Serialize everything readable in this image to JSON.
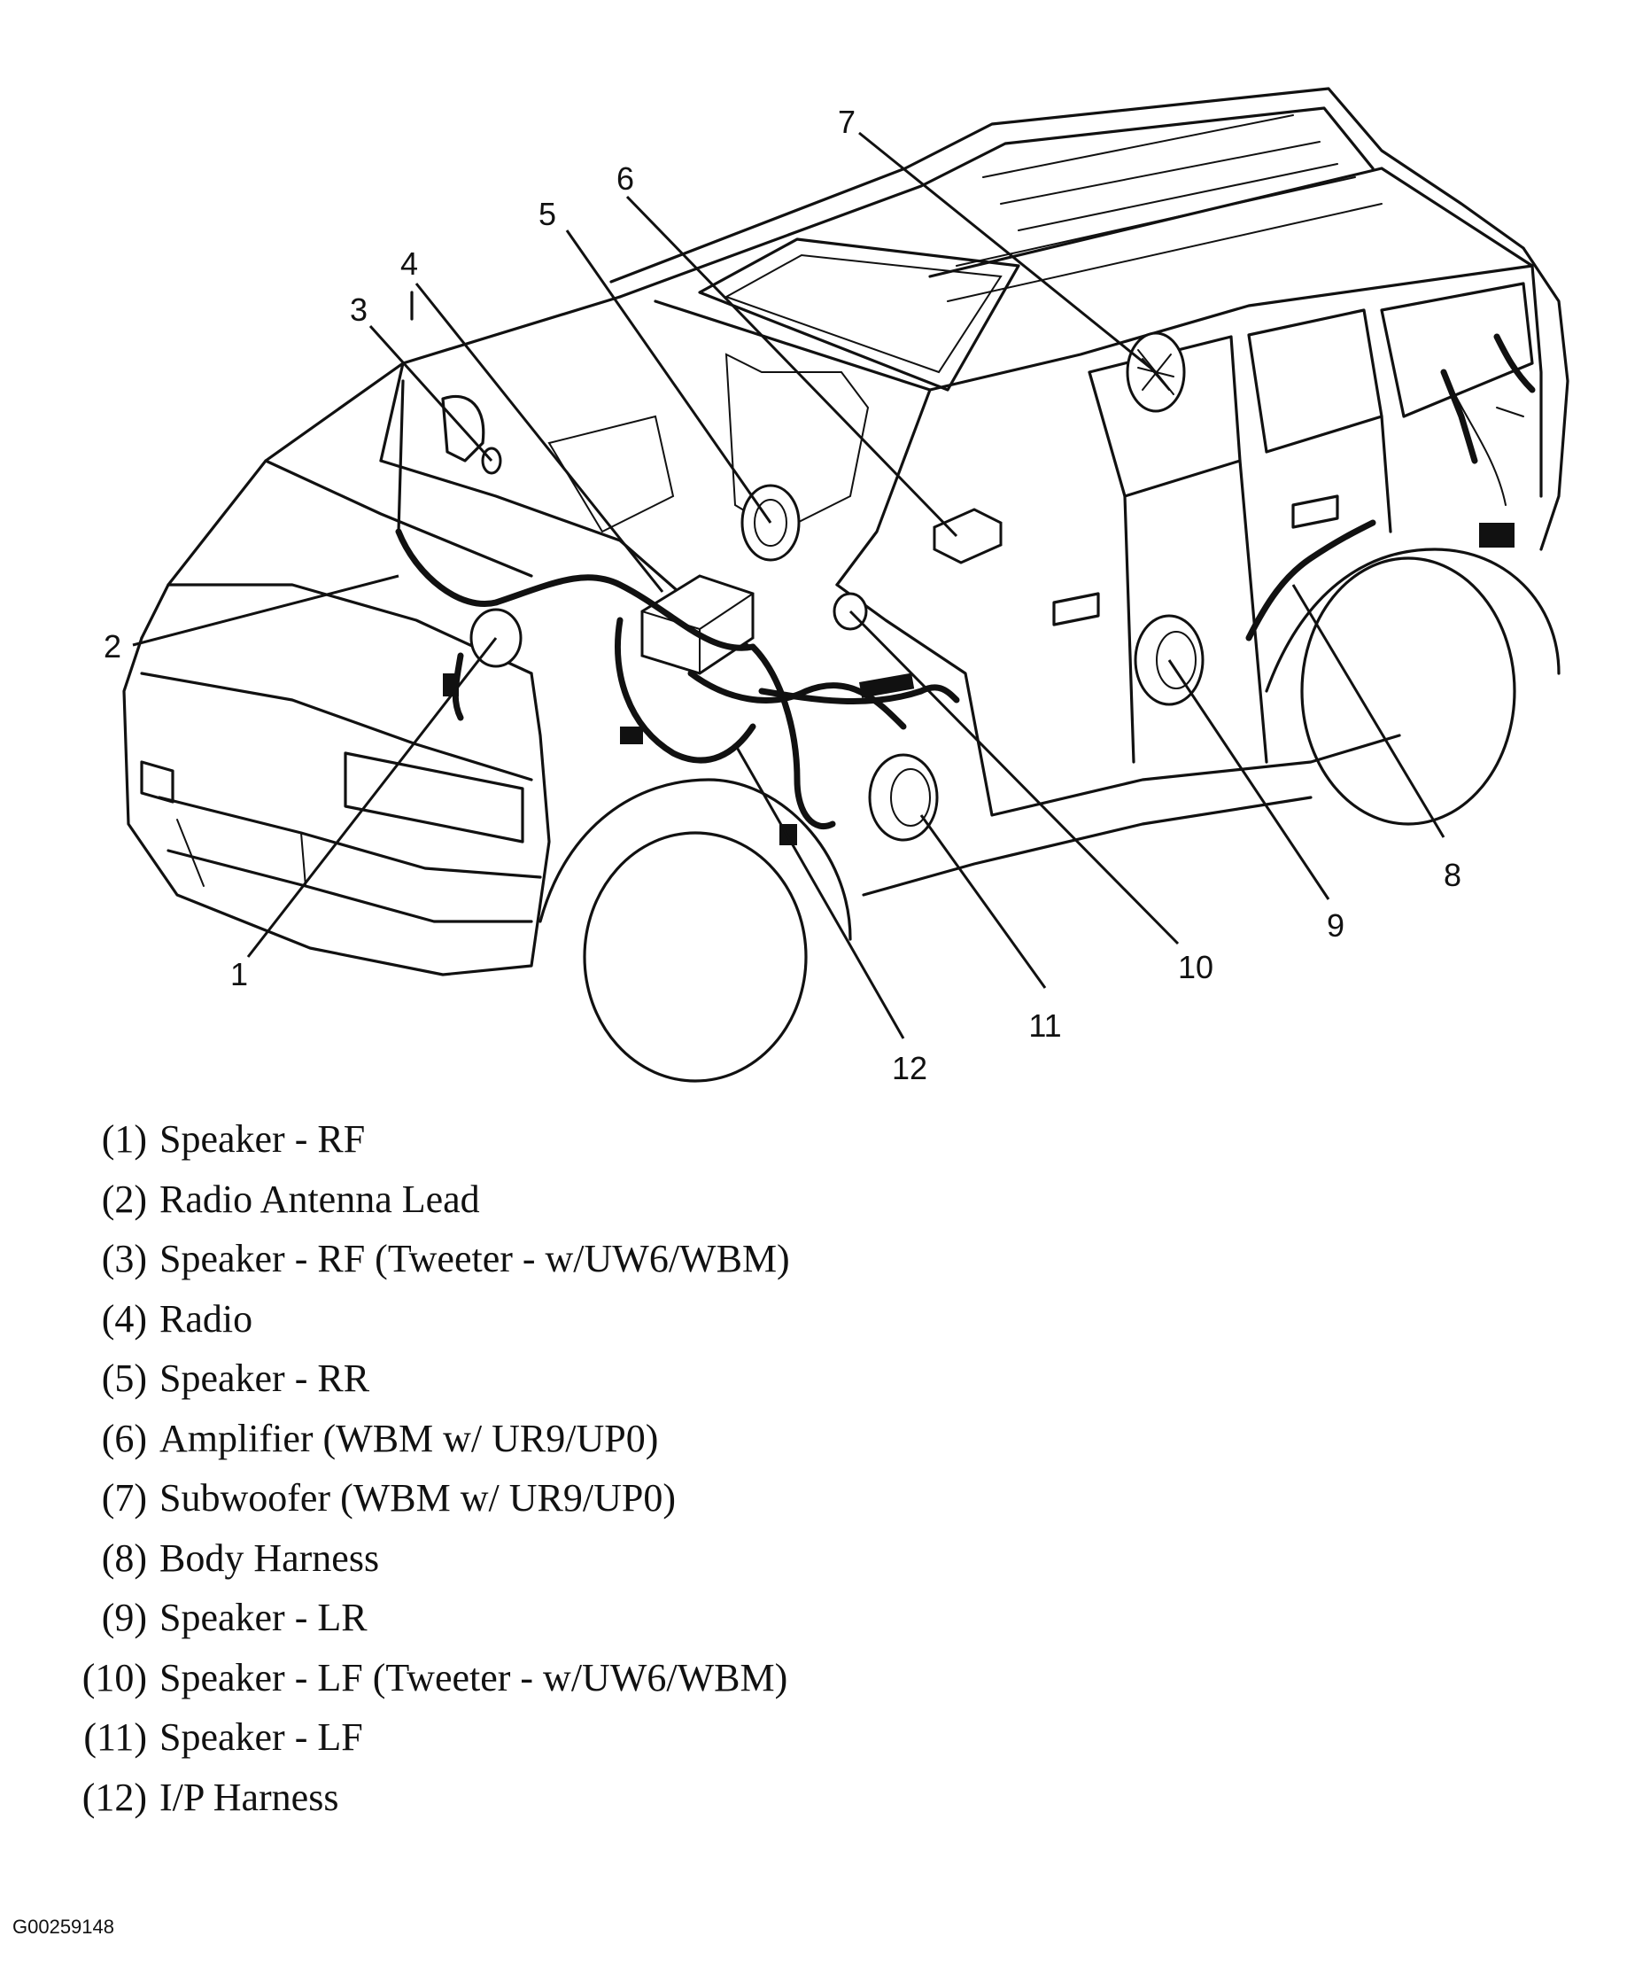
{
  "callouts": [
    "1",
    "2",
    "3",
    "4",
    "5",
    "6",
    "7",
    "8",
    "9",
    "10",
    "11",
    "12"
  ],
  "legend": [
    {
      "num": "(1)",
      "label": "Speaker - RF"
    },
    {
      "num": "(2)",
      "label": "Radio Antenna Lead"
    },
    {
      "num": "(3)",
      "label": "Speaker - RF (Tweeter - w/UW6/WBM)"
    },
    {
      "num": "(4)",
      "label": "Radio"
    },
    {
      "num": "(5)",
      "label": "Speaker - RR"
    },
    {
      "num": "(6)",
      "label": "Amplifier (WBM w/ UR9/UP0)"
    },
    {
      "num": "(7)",
      "label": "Subwoofer (WBM w/ UR9/UP0)"
    },
    {
      "num": "(8)",
      "label": "Body Harness"
    },
    {
      "num": "(9)",
      "label": "Speaker - LR"
    },
    {
      "num": "(10)",
      "label": "Speaker - LF (Tweeter - w/UW6/WBM)"
    },
    {
      "num": "(11)",
      "label": "Speaker - LF"
    },
    {
      "num": "(12)",
      "label": "I/P Harness"
    }
  ],
  "figure_id": "G00259148"
}
